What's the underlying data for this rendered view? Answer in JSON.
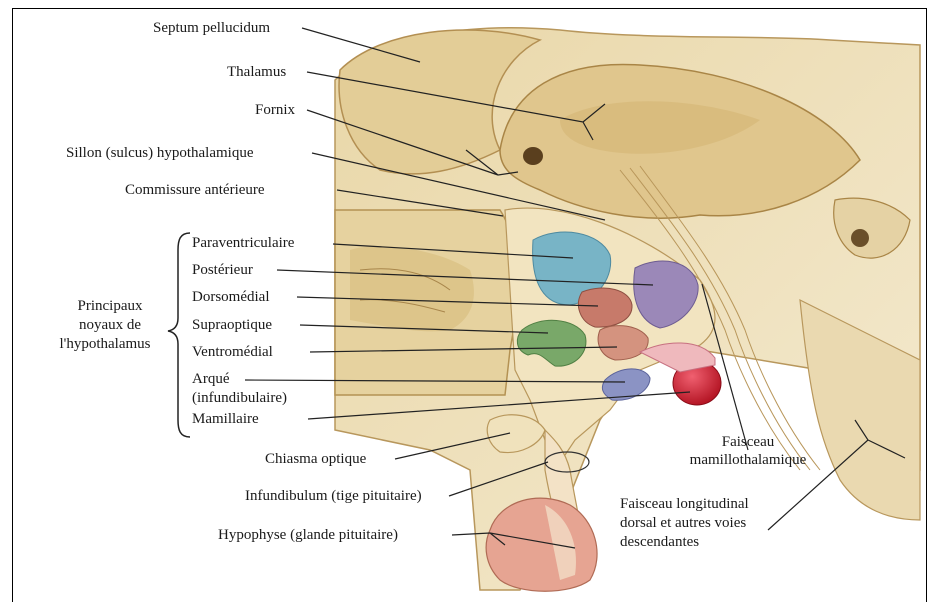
{
  "figure": {
    "labels": {
      "septum": "Septum pellucidum",
      "thalamus": "Thalamus",
      "fornix": "Fornix",
      "sillon": "Sillon (sulcus) hypothalamique",
      "commissure": "Commissure antérieure",
      "paraventriculaire": "Paraventriculaire",
      "posterieur": "Postérieur",
      "dorsomedial": "Dorsomédial",
      "supraoptique": "Supraoptique",
      "ventromedial": "Ventromédial",
      "arque_line1": "Arqué",
      "arque_line2": "(infundibulaire)",
      "mamillaire": "Mamillaire",
      "principaux_line1": "Principaux",
      "principaux_line2": "noyaux de",
      "principaux_line3": "l'hypothalamus",
      "chiasma": "Chiasma optique",
      "infundibulum": "Infundibulum (tige pituitaire)",
      "hypophyse": "Hypophyse (glande pituitaire)",
      "faisceau_mam_line1": "Faisceau",
      "faisceau_mam_line2": "mamillothalamique",
      "faisceau_long_line1": "Faisceau longitudinal",
      "faisceau_long_line2": "dorsal et autres voies",
      "faisceau_long_line3": "descendantes"
    },
    "colors": {
      "tissue": "#efe2bf",
      "tissue_dark": "#c9ac72",
      "paraventriculaire": "#78b4c6",
      "posterieur": "#9b88b8",
      "dorsomedial": "#c77a6a",
      "supraoptique": "#79a869",
      "ventromedial": "#d4937f",
      "arque": "#8b93c4",
      "mamillaire": "#d3253a",
      "hypophyse": "#e6a492"
    }
  }
}
